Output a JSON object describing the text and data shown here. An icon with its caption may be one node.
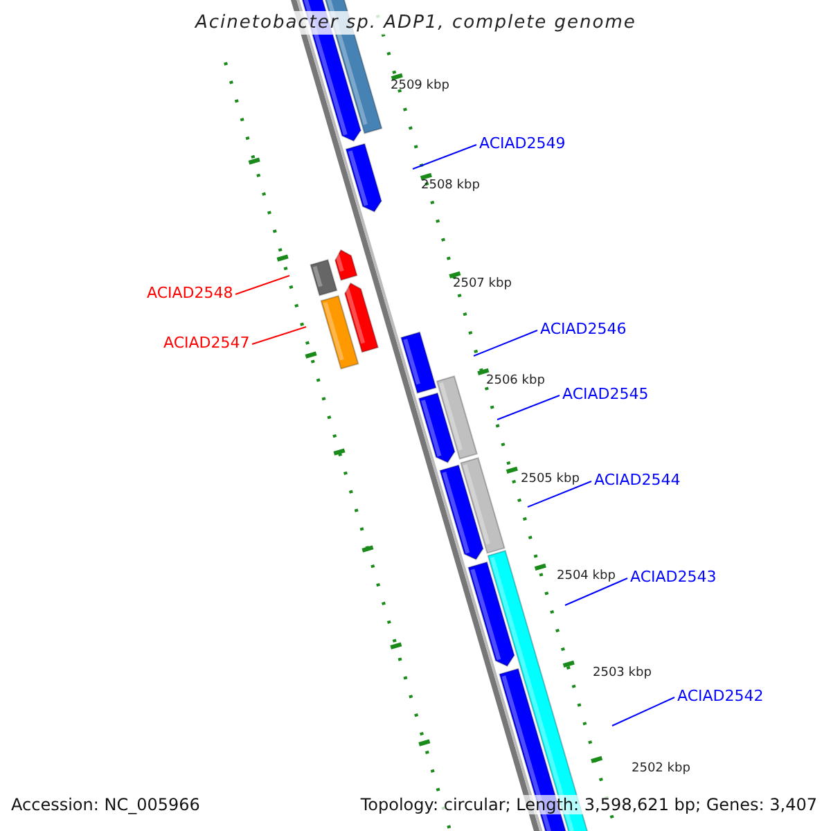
{
  "diagram": {
    "title": "Acinetobacter sp. ADP1, complete genome",
    "nodes": [
      {
        "text": [
          "ACIAD2549"
        ]
      },
      {
        "text": [
          "ACIAD2548"
        ]
      },
      {
        "text": [
          "ACIAD2547"
        ]
      },
      {
        "text": [
          "ACIAD2546"
        ]
      },
      {
        "text": [
          "ACIAD2545"
        ]
      },
      {
        "text": [
          "ACIAD2544"
        ]
      },
      {
        "text": [
          "ACIAD2543"
        ]
      },
      {
        "text": [
          "ACIAD2542"
        ]
      }
    ],
    "edges": [
      {
        "from": 0,
        "to": null,
        "arrow": "none"
      },
      {
        "from": 1,
        "to": null,
        "arrow": "none",
        "color": "#ff0000"
      },
      {
        "from": 2,
        "to": null,
        "arrow": "none",
        "color": "#ff0000"
      },
      {
        "from": 3,
        "to": null,
        "arrow": "none"
      },
      {
        "from": 4,
        "to": null,
        "arrow": "none"
      },
      {
        "from": 5,
        "to": null,
        "arrow": "none"
      },
      {
        "from": 6,
        "to": null,
        "arrow": "none"
      },
      {
        "from": 7,
        "to": null,
        "arrow": "none"
      }
    ],
    "labels": [
      "2509 kbp",
      "2508 kbp",
      "2507 kbp",
      "2506 kbp",
      "2505 kbp",
      "2504 kbp",
      "2503 kbp",
      "2502 kbp",
      "Accession: NC_005966",
      "Topology: circular; Length: 3,598,621 bp; Genes: 3,407"
    ]
  }
}
